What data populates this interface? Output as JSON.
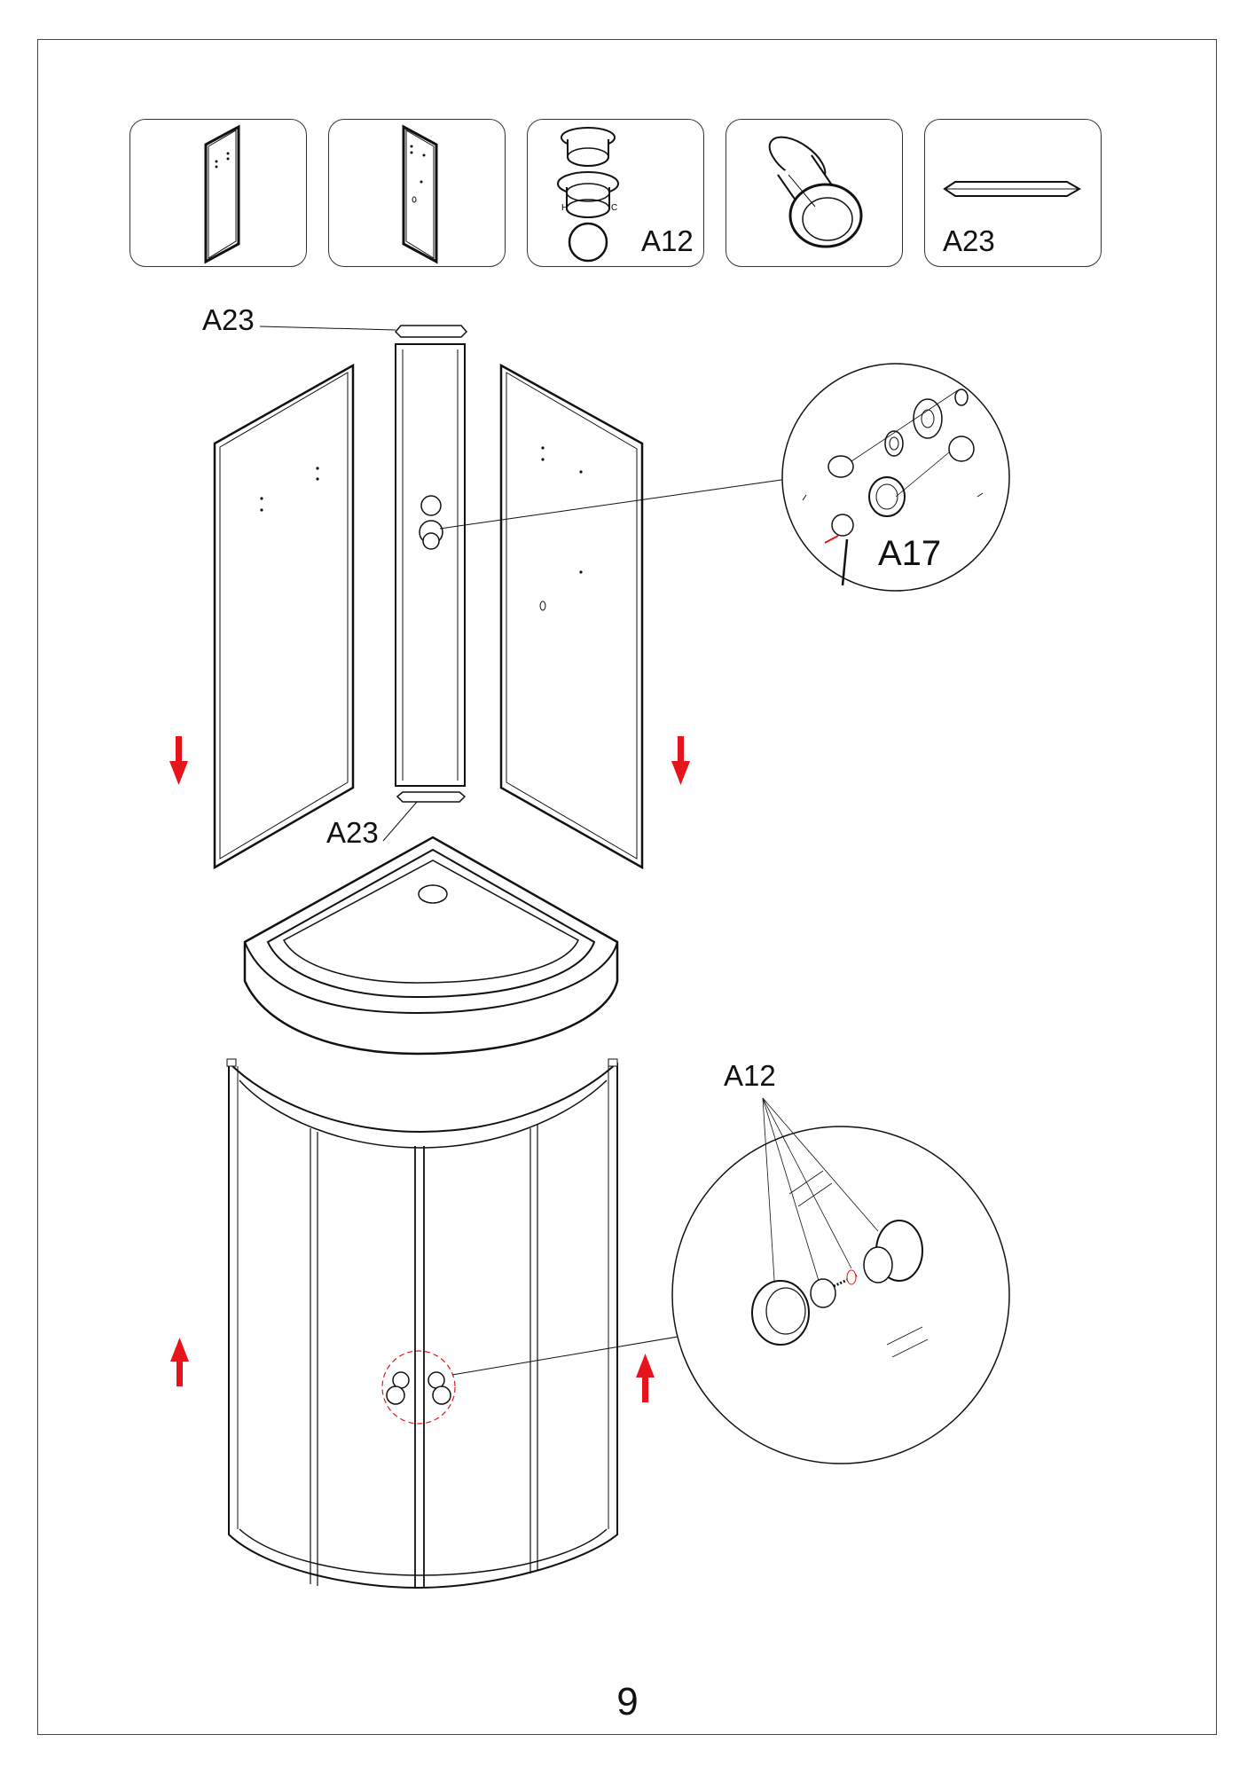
{
  "parts": {
    "card3_label": "A12",
    "card5_label": "A23"
  },
  "callouts": {
    "top_cap": "A23",
    "bottom_cap": "A23",
    "valve_detail": "A17",
    "knob_detail": "A12"
  },
  "page_number": "9",
  "colors": {
    "line": "#1a1a1a",
    "arrow": "#e8141b",
    "dashed_circle": "#e8141b"
  },
  "arrows": {
    "upper": "down",
    "lower": "up"
  }
}
